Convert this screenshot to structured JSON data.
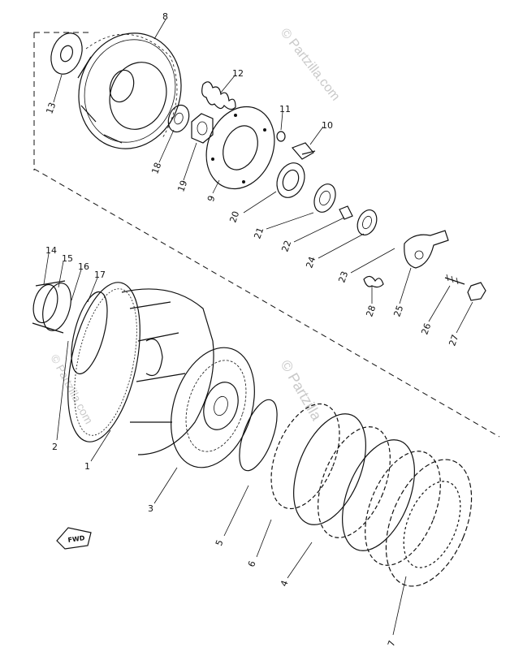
{
  "watermark": {
    "text": "© Partzilla.com",
    "text_short": "© Partzilla"
  },
  "fwd_marker": "FWD",
  "callouts": {
    "p1": "1",
    "p2": "2",
    "p3": "3",
    "p4": "4",
    "p5": "5",
    "p6": "6",
    "p7": "7",
    "p8": "8",
    "p9": "9",
    "p10": "10",
    "p11": "11",
    "p12": "12",
    "p13": "13",
    "p14": "14",
    "p15": "15",
    "p16": "16",
    "p17": "17",
    "p18": "18",
    "p19": "19",
    "p20": "20",
    "p21": "21",
    "p22": "22",
    "p23": "23",
    "p24": "24",
    "p25": "25",
    "p26": "26",
    "p27": "27",
    "p28": "28"
  }
}
